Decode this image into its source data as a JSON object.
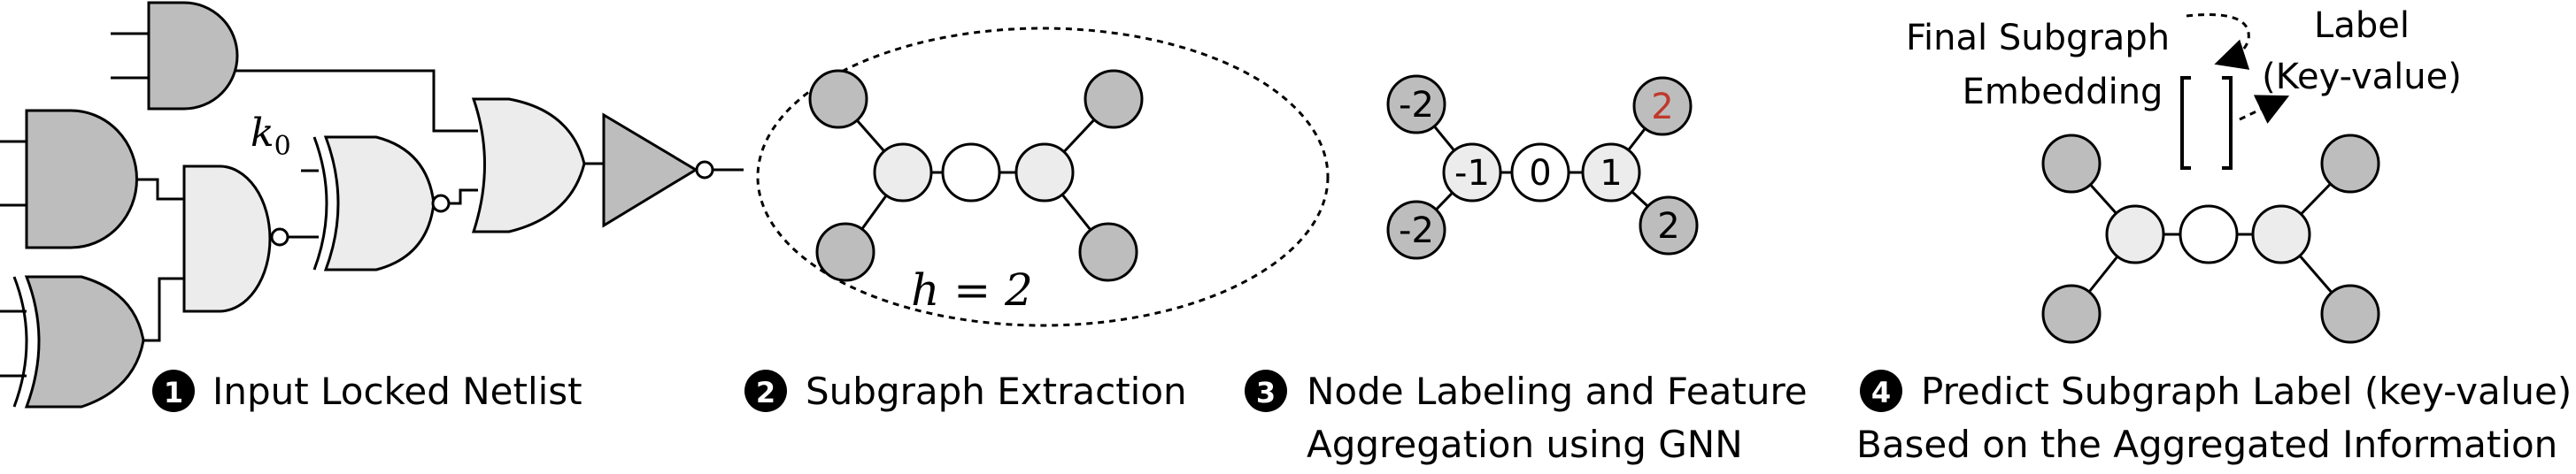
{
  "colors": {
    "gate_dark": "#bdbdbd",
    "gate_light": "#ececec",
    "node_dark": "#bdbdbd",
    "node_light": "#ececec",
    "node_white": "#ffffff",
    "stroke": "#000000",
    "highlight": "#c0392b"
  },
  "stage1": {
    "step": "1",
    "caption": "Input Locked Netlist",
    "key_var": "k",
    "key_sub": "0"
  },
  "stage2": {
    "step": "2",
    "caption": "Subgraph Extraction",
    "hop_label": "h = 2"
  },
  "stage3": {
    "step": "3",
    "caption_line1": "Node Labeling and Feature",
    "caption_line2": "Aggregation using GNN",
    "labels": {
      "top_left": "-2",
      "bottom_left": "-2",
      "left_mid": "-1",
      "center": "0",
      "right_mid": "1",
      "top_right": "2",
      "bottom_right": "2"
    }
  },
  "stage4": {
    "step": "4",
    "caption_line1": "Predict Subgraph Label (key-value)",
    "caption_line2": "Based on the Aggregated Information",
    "embed_line1": "Final Subgraph",
    "embed_line2": "Embedding",
    "label_line1": "Label",
    "label_line2": "(Key-value)"
  }
}
